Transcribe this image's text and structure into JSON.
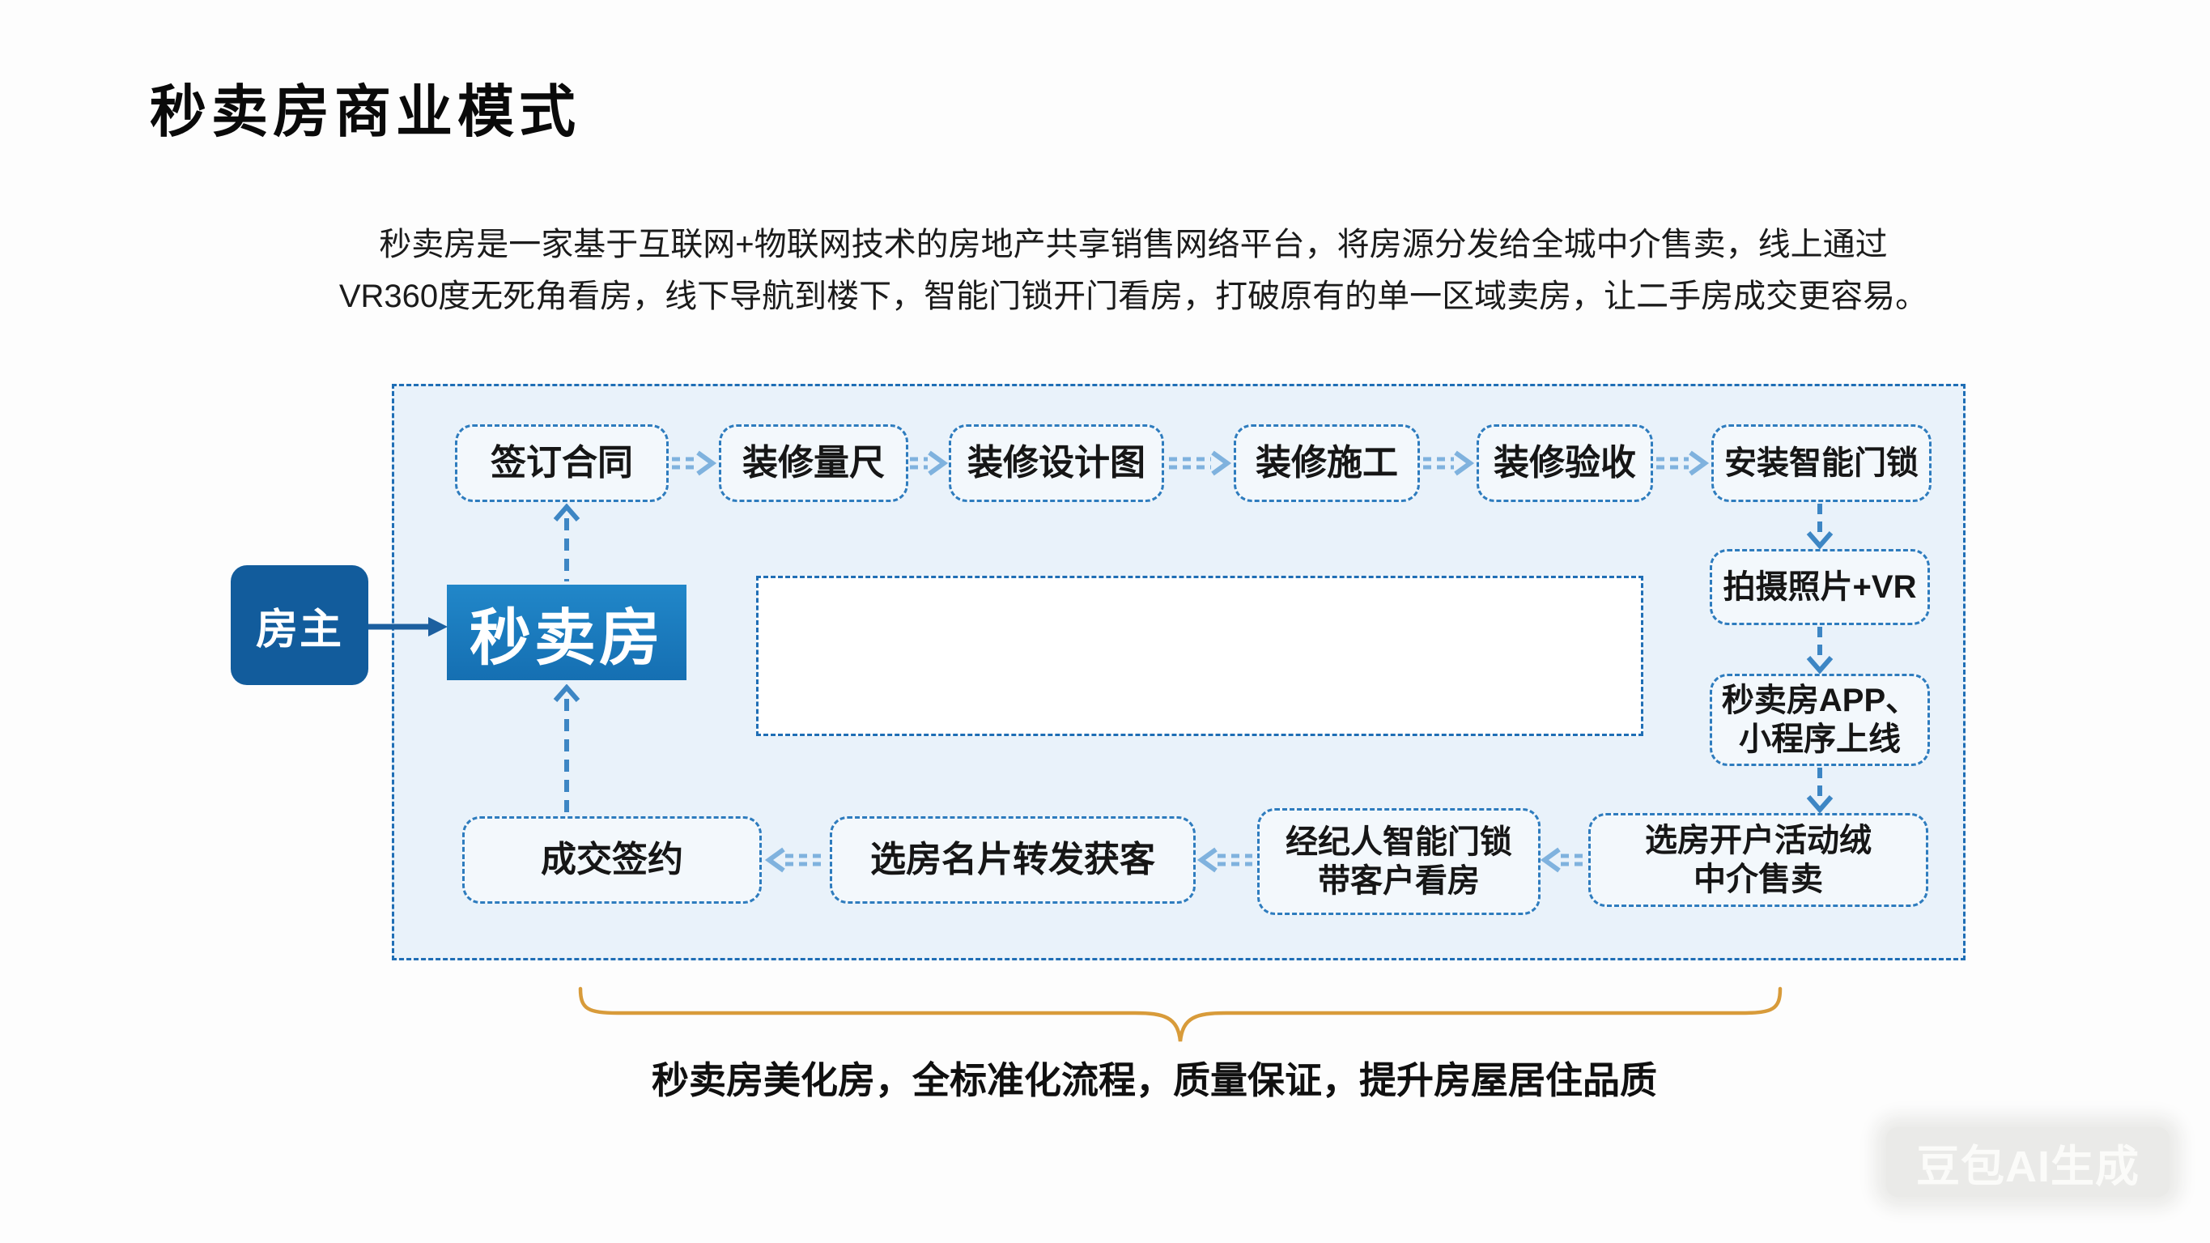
{
  "page": {
    "title": "秒卖房商业模式",
    "description": {
      "line1": "秒卖房是一家基于互联网+物联网技术的房地产共享销售网络平台，将房源分发给全城中介售卖，线上通过",
      "line2": "VR360度无死角看房，线下导航到楼下，智能门锁开门看房，打破原有的单一区域卖房，让二手房成交更容易。"
    },
    "watermark": "豆包AI生成"
  },
  "diagram": {
    "owner_label": "房主",
    "platform_label": "秒卖房",
    "top_flow": [
      "签订合同",
      "装修量尺",
      "装修设计图",
      "装修施工",
      "装修验收",
      "安装智能门锁"
    ],
    "right_flow": {
      "photo_vr": "拍摄照片+VR",
      "app_line1": "秒卖房APP、",
      "app_line2": "小程序上线"
    },
    "bottom_flow": {
      "distribute_line1": "选房开户活动绒",
      "distribute_line2": "中介售卖",
      "agent_line1": "经纪人智能门锁",
      "agent_line2": "带客户看房",
      "share": "选房名片转发获客",
      "sign": "成交签约"
    },
    "caption": "秒卖房美化房，全标准化流程，质量保证，提升房屋居住品质",
    "colors": {
      "container_border": "#1f6eb5",
      "container_fill": "#e9f2fa",
      "box_border": "#2e7cbe",
      "owner_fill": "#125c9c",
      "platform_fill": "#1a7ec3",
      "arrow_light": "#7fb2de",
      "arrow_dark": "#3d86c4",
      "solid_arrow": "#1c5f9f",
      "brace": "#d89b3a"
    }
  }
}
